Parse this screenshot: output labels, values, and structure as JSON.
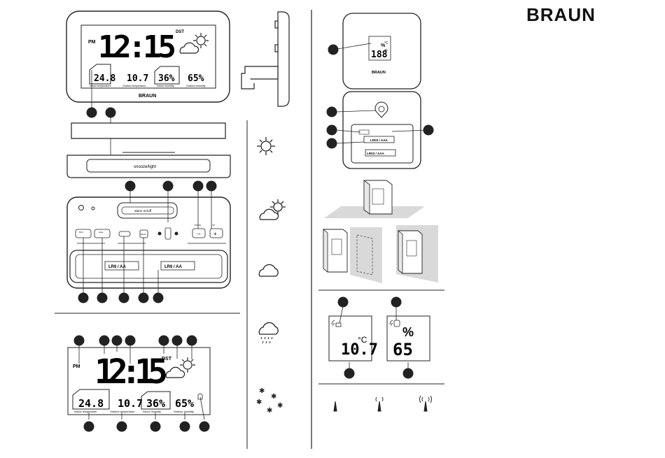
{
  "brand": "BRAUN",
  "clock": {
    "pm": "PM",
    "time": "12:15",
    "dst": "DST",
    "indoor_temp": "24.8",
    "indoor_temp_label": "Indoor temperature",
    "outdoor_temp": "10.7",
    "outdoor_temp_label": "Outdoor temperature",
    "indoor_humidity": "36%",
    "indoor_humidity_label": "Indoor humidity",
    "outdoor_humidity": "65%",
    "outdoor_humidity_label": "Outdoor humidity",
    "logo": "BRAUN"
  },
  "buttons": {
    "snooze": "snooze/light",
    "alarm": "alarm on/off",
    "rcc": "RCC",
    "wave": "wave",
    "reset": "Reset",
    "down": "DOWN",
    "up": "UP"
  },
  "batteries": {
    "main_left": "LR6 / AA",
    "main_right": "LR6 / AA",
    "sensor_top": "LR03 / AAA",
    "sensor_bottom": "LR03 / AAA"
  },
  "sensor": {
    "value": "188",
    "unit_pct": "%",
    "unit_c": "°C",
    "unit_f": "°F",
    "logo": "BRAUN"
  },
  "sensor_screens": {
    "temp": "10.7",
    "temp_unit": "°C",
    "hum_unit": "%",
    "hum": "65"
  },
  "icons": [
    "sun-icon",
    "sun-cloud-icon",
    "cloud-icon",
    "rain-icon",
    "snow-icon"
  ],
  "colors": {
    "line": "#1a1a1a",
    "grey": "#d9d9d9"
  }
}
